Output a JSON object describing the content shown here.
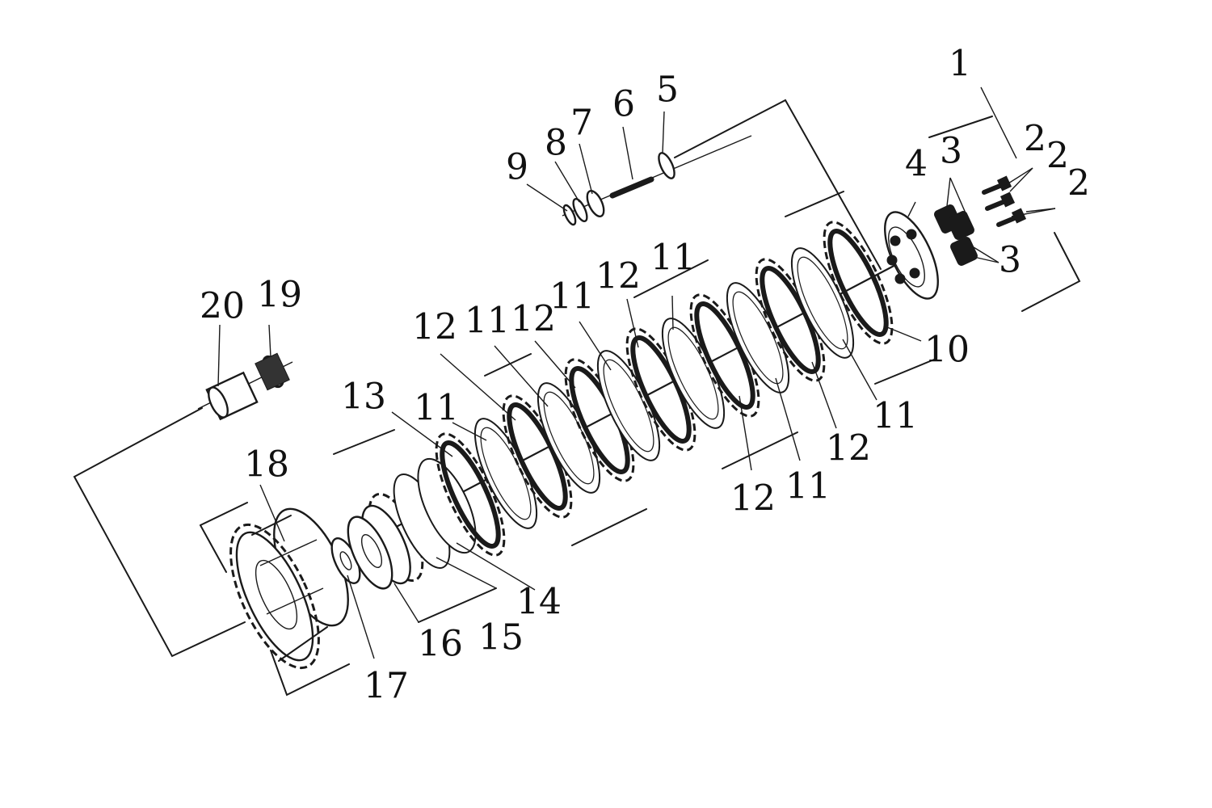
{
  "colors": {
    "ink": "#1a1a1a",
    "background": "#ffffff"
  },
  "callouts": [
    {
      "id": "1",
      "text": "1"
    },
    {
      "id": "2a",
      "text": "2"
    },
    {
      "id": "2b",
      "text": "2"
    },
    {
      "id": "2c",
      "text": "2"
    },
    {
      "id": "3a",
      "text": "3"
    },
    {
      "id": "3b",
      "text": "3"
    },
    {
      "id": "4",
      "text": "4"
    },
    {
      "id": "5",
      "text": "5"
    },
    {
      "id": "6",
      "text": "6"
    },
    {
      "id": "7",
      "text": "7"
    },
    {
      "id": "8",
      "text": "8"
    },
    {
      "id": "9",
      "text": "9"
    },
    {
      "id": "10",
      "text": "10"
    },
    {
      "id": "11a",
      "text": "11"
    },
    {
      "id": "11b",
      "text": "11"
    },
    {
      "id": "11c",
      "text": "11"
    },
    {
      "id": "11d",
      "text": "11"
    },
    {
      "id": "11e",
      "text": "11"
    },
    {
      "id": "11f",
      "text": "11"
    },
    {
      "id": "12a",
      "text": "12"
    },
    {
      "id": "12b",
      "text": "12"
    },
    {
      "id": "12c",
      "text": "12"
    },
    {
      "id": "12d",
      "text": "12"
    },
    {
      "id": "12e",
      "text": "12"
    },
    {
      "id": "13",
      "text": "13"
    },
    {
      "id": "14",
      "text": "14"
    },
    {
      "id": "15",
      "text": "15"
    },
    {
      "id": "16",
      "text": "16"
    },
    {
      "id": "17",
      "text": "17"
    },
    {
      "id": "18",
      "text": "18"
    },
    {
      "id": "19",
      "text": "19"
    },
    {
      "id": "20",
      "text": "20"
    }
  ]
}
